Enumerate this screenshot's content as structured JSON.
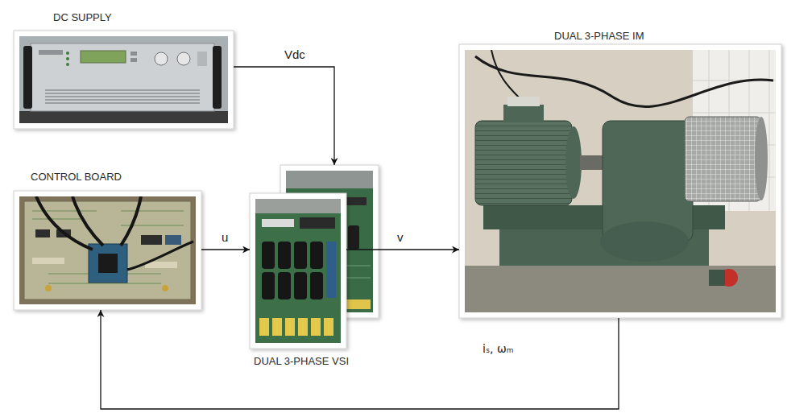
{
  "diagram": {
    "nodes": [
      {
        "text": [
          "DC SUPPLY"
        ]
      },
      {
        "text": [
          "CONTROL BOARD"
        ]
      },
      {
        "text": [
          "DUAL 3-PHASE VSI"
        ]
      },
      {
        "text": [
          "DUAL 3-PHASE IM"
        ]
      }
    ],
    "edges": [
      {
        "from": 0,
        "to": 2,
        "label": "Vdc",
        "arrow": "to"
      },
      {
        "from": 1,
        "to": 2,
        "label": "u",
        "arrow": "to"
      },
      {
        "from": 2,
        "to": 3,
        "label": "v",
        "arrow": "to"
      },
      {
        "from": 3,
        "to": 1,
        "label": "iₛ, ωₘ",
        "arrow": "to"
      }
    ]
  }
}
